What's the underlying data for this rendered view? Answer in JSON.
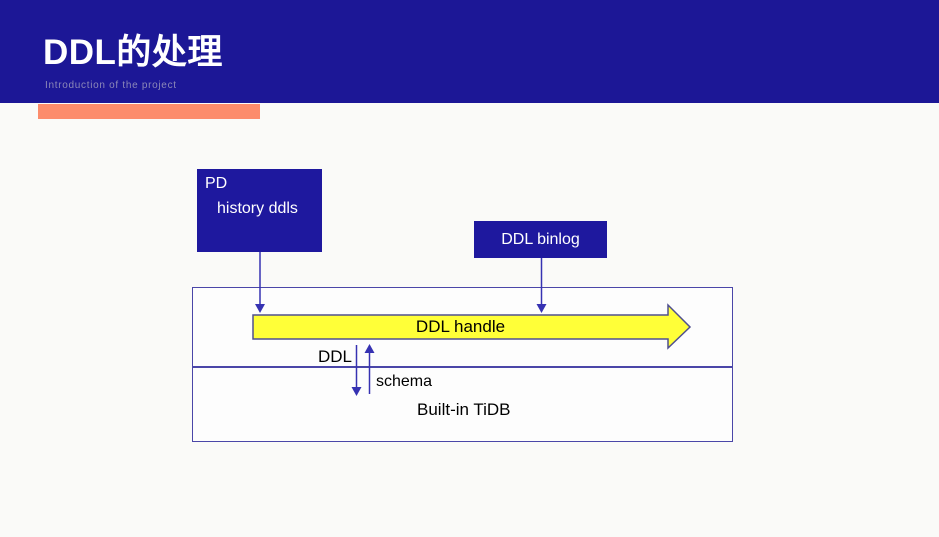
{
  "slide": {
    "title": "DDL的处理",
    "subtitle": "Introduction of the project"
  },
  "diagram": {
    "pd_box": {
      "title": "PD",
      "subtitle": "history ddls"
    },
    "binlog_box": {
      "label": "DDL binlog"
    },
    "handle_arrow": {
      "label": "DDL handle"
    },
    "ddl_label": "DDL",
    "schema_label": "schema",
    "tidb_label": "Built-in TiDB"
  },
  "colors": {
    "header_background": "#1c1796",
    "box_background": "#1e189e",
    "accent_bar": "#fc8c6c",
    "arrow_fill": "#ffff38",
    "arrow_outline": "#50508f",
    "connector": "#3632b2",
    "frame_border": "#4a46a8",
    "slide_background": "#fafaf8",
    "subtitle_text": "#8d89b8"
  }
}
